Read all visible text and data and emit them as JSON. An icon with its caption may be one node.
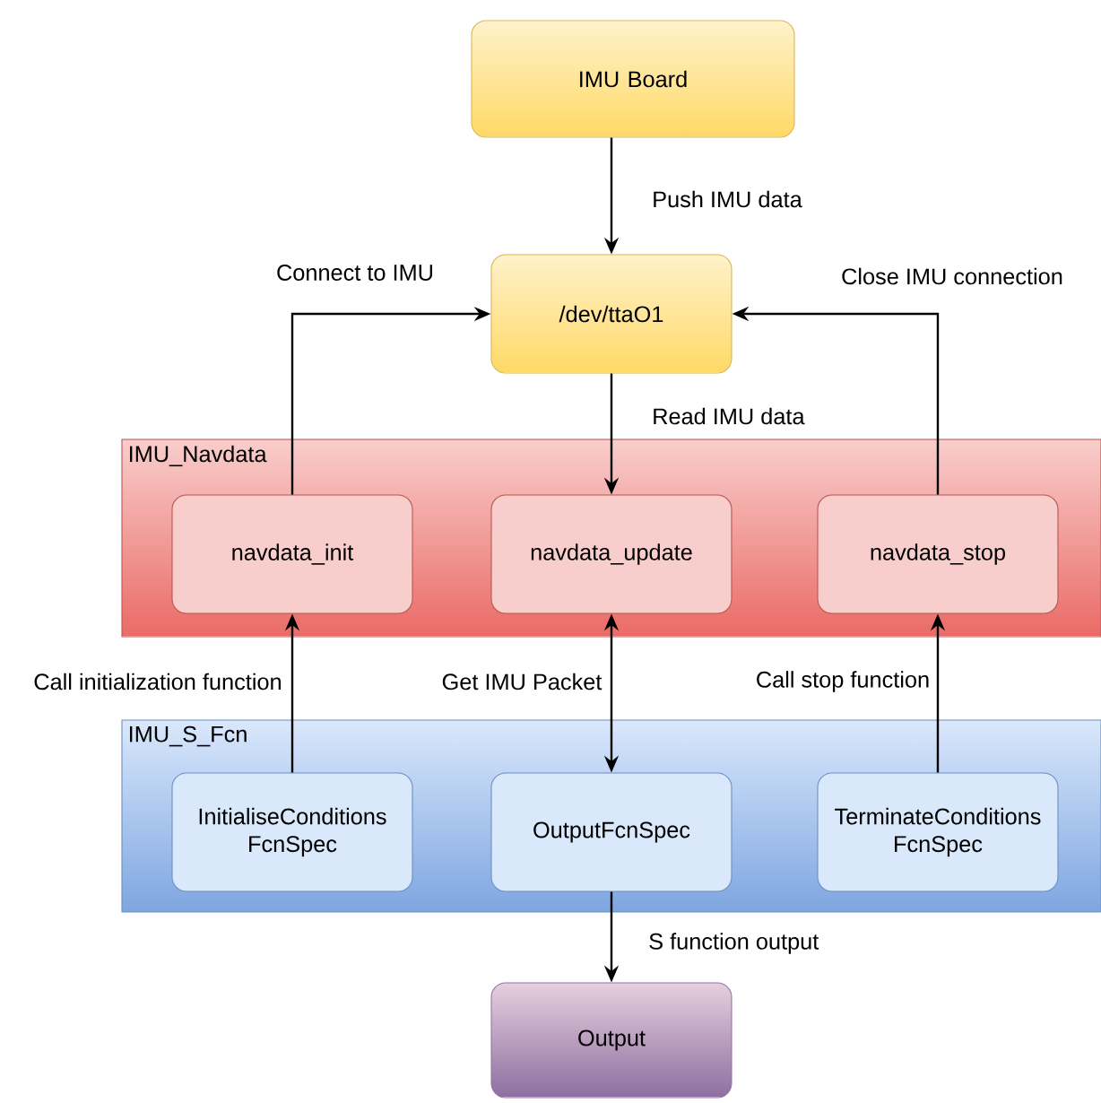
{
  "diagram": {
    "nodes": [
      {
        "text": [
          "IMU Board"
        ]
      },
      {
        "text": [
          "/dev/ttaO1"
        ]
      },
      {
        "text": [
          "IMU_Navdata"
        ]
      },
      {
        "text": [
          "navdata_init"
        ],
        "in": 2
      },
      {
        "text": [
          "navdata_update"
        ],
        "in": 2
      },
      {
        "text": [
          "navdata_stop"
        ],
        "in": 2
      },
      {
        "text": [
          "IMU_S_Fcn"
        ]
      },
      {
        "text": [
          "InitialiseConditions FcnSpec"
        ],
        "in": 6
      },
      {
        "text": [
          "OutputFcnSpec"
        ],
        "in": 6
      },
      {
        "text": [
          "TerminateConditions FcnSpec"
        ],
        "in": 6
      },
      {
        "text": [
          "Output"
        ]
      }
    ],
    "edges": [
      {
        "from": 0,
        "to": 1,
        "arrow": "to",
        "label": "Push IMU data"
      },
      {
        "from": 3,
        "to": 1,
        "arrow": "to",
        "label": "Connect to IMU"
      },
      {
        "from": 5,
        "to": 1,
        "arrow": "to",
        "label": "Close IMU connection"
      },
      {
        "from": 1,
        "to": 4,
        "arrow": "to",
        "label": "Read IMU data"
      },
      {
        "from": 7,
        "to": 3,
        "arrow": "to",
        "label": "Call initialization function"
      },
      {
        "from": 8,
        "to": 4,
        "arrow": "both",
        "label": "Get IMU Packet"
      },
      {
        "from": 9,
        "to": 5,
        "arrow": "to",
        "label": "Call stop function"
      },
      {
        "from": 8,
        "to": 10,
        "arrow": "to",
        "label": "S function output"
      }
    ]
  }
}
